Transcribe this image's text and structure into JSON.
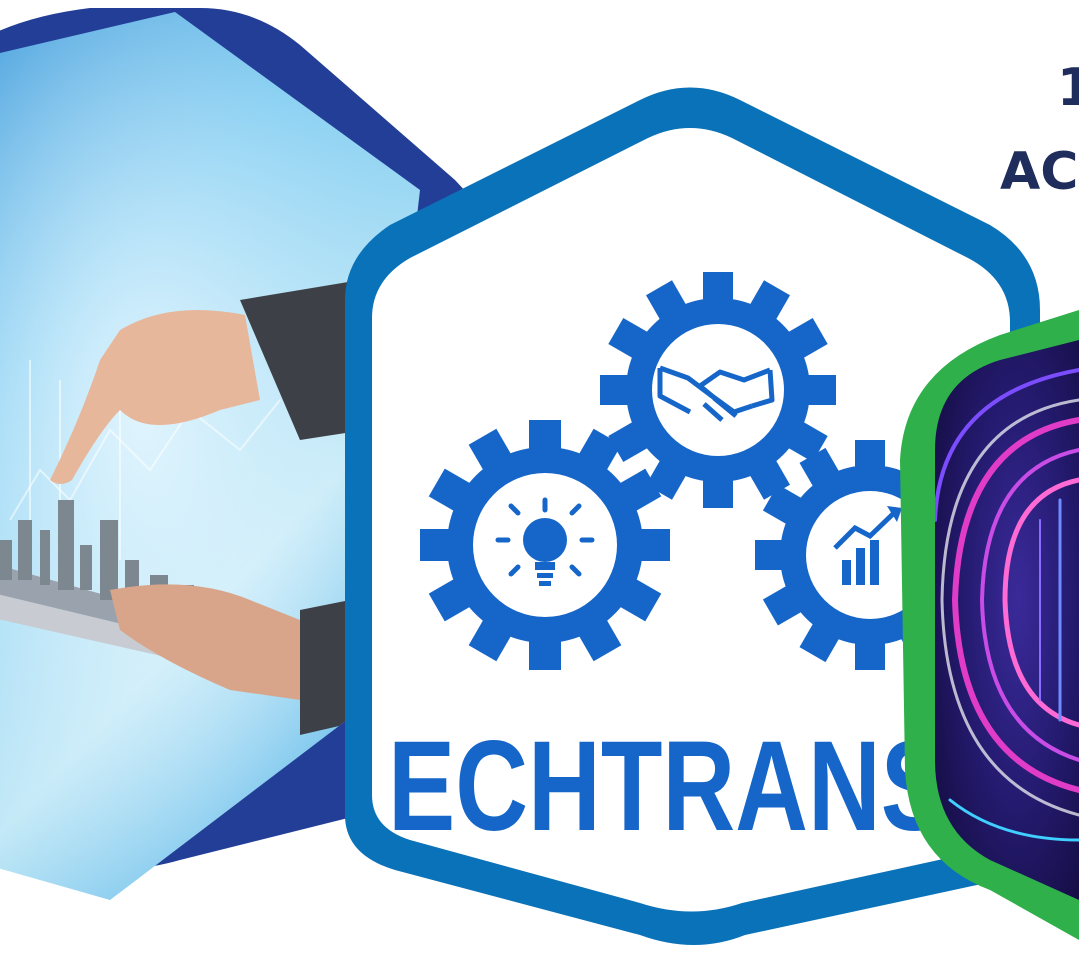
{
  "heading": {
    "line1": "1",
    "line2": "AC"
  },
  "gear_panel": {
    "caption": "ECHTRANS"
  },
  "icons": {
    "tablet_city": "hand-pointing-tablet-city-image",
    "gear_left": "lightbulb-icon",
    "gear_top": "handshake-icon",
    "gear_right": "growth-chart-icon",
    "right_panel": "neon-light-tunnel-image"
  },
  "colors": {
    "hex_left_border": "#233e97",
    "hex_center_border": "#0a72b8",
    "hex_right_border": "#2fb04a",
    "gear_blue": "#1666c9",
    "heading_text": "#1f2d5c",
    "sky_light": "#bfe7f6",
    "sky_mid": "#6fc5ef",
    "neon_purple": "#6d1fb0",
    "neon_pink": "#e13cc8"
  }
}
